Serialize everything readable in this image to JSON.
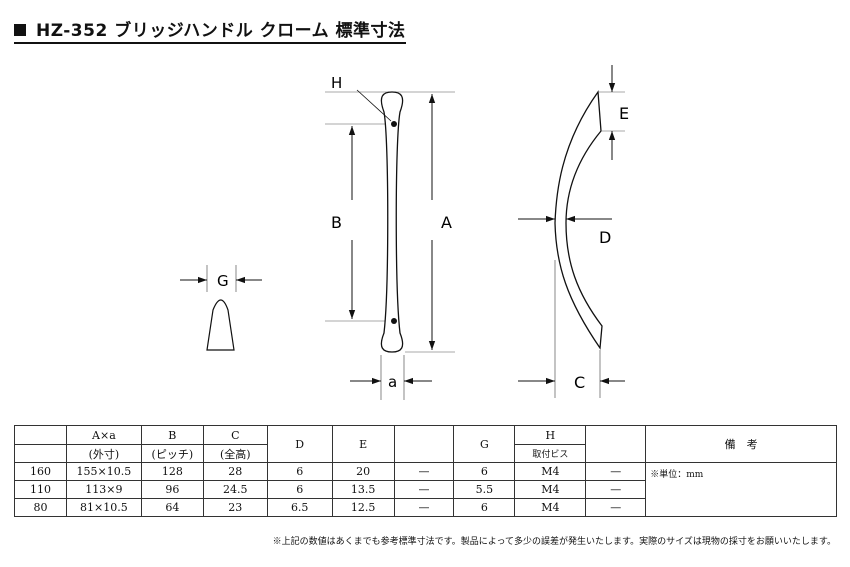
{
  "title": "HZ-352 ブリッジハンドル クローム 標準寸法",
  "dims": {
    "H": "H",
    "A": "A",
    "B": "B",
    "a": "a",
    "G": "G",
    "E": "E",
    "D": "D",
    "C": "C"
  },
  "table": {
    "header_row1": [
      "",
      "A×a",
      "B",
      "C",
      "D",
      "E",
      "",
      "G",
      "H",
      "",
      "備　考"
    ],
    "header_row2": [
      "",
      "(外寸)",
      "(ピッチ)",
      "(全高)",
      "",
      "",
      "",
      "",
      "取付ビス",
      ""
    ],
    "rows": [
      [
        "160",
        "155×10.5",
        "128",
        "28",
        "6",
        "20",
        "—",
        "6",
        "M4",
        "—"
      ],
      [
        "110",
        "113×9",
        "96",
        "24.5",
        "6",
        "13.5",
        "—",
        "5.5",
        "M4",
        "—"
      ],
      [
        "80",
        "81×10.5",
        "64",
        "23",
        "6.5",
        "12.5",
        "—",
        "6",
        "M4",
        "—"
      ]
    ],
    "note": "※単位：mm"
  },
  "footnote": "※上記の数値はあくまでも参考標準寸法です。製品によって多少の誤差が発生いたします。実際のサイズは現物の採寸をお願いいたします。"
}
